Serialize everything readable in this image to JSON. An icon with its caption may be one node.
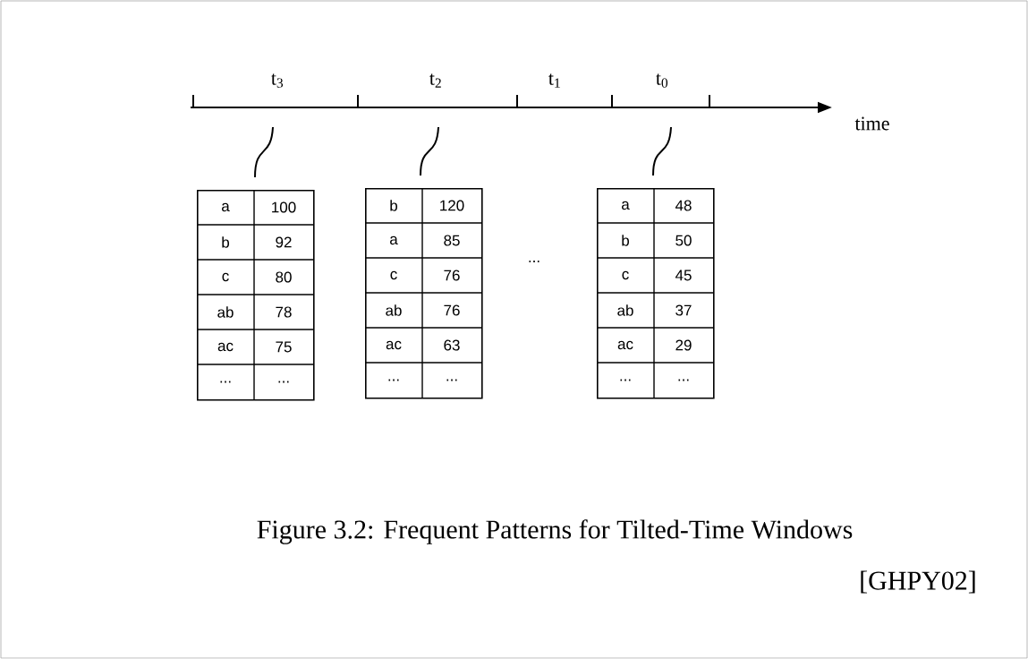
{
  "diagram": {
    "caption": "Figure 3.2: Frequent Patterns for Tilted-Time Windows",
    "nodes": [
      {
        "text": [
          "a",
          "100",
          "b",
          "92",
          "c",
          "80",
          "ab",
          "78",
          "ac",
          "75",
          "...",
          "..."
        ]
      },
      {
        "text": [
          "b",
          "120",
          "a",
          "85",
          "c",
          "76",
          "ab",
          "76",
          "ac",
          "63",
          "...",
          "..."
        ]
      },
      {
        "text": [
          "a",
          "48",
          "b",
          "50",
          "c",
          "45",
          "ab",
          "37",
          "ac",
          "29",
          "...",
          "..."
        ]
      }
    ],
    "edges": [
      {
        "from": null,
        "to": 0,
        "arrow": "none"
      },
      {
        "from": null,
        "to": 1,
        "arrow": "none"
      },
      {
        "from": null,
        "to": 2,
        "arrow": "none"
      }
    ],
    "labels": [
      "t$_{3}$",
      "t$_{2}$",
      "t$_{1}$",
      "t$_{0}$",
      "time",
      "...",
      "[GHPY02]"
    ]
  }
}
